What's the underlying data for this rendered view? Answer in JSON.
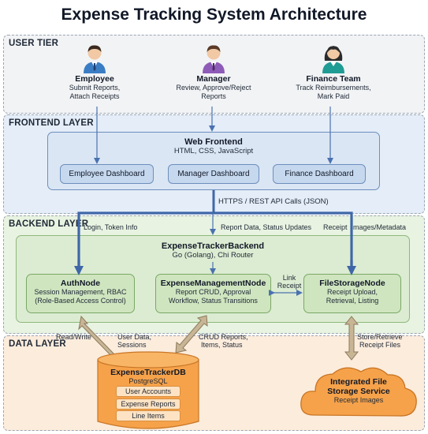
{
  "title": "Expense Tracking System Architecture",
  "tiers": {
    "user": "USER TIER",
    "frontend": "FRONTEND LAYER",
    "backend": "BACKEND LAYER",
    "data": "DATA LAYER"
  },
  "actors": [
    {
      "name": "Employee",
      "line1": "Submit Reports,",
      "line2": "Attach Receipts",
      "icon": "employee-icon"
    },
    {
      "name": "Manager",
      "line1": "Review, Approve/Reject",
      "line2": "Reports",
      "icon": "manager-icon"
    },
    {
      "name": "Finance Team",
      "line1": "Track Reimbursements,",
      "line2": "Mark Paid",
      "icon": "finance-team-icon"
    }
  ],
  "frontend": {
    "title": "Web Frontend",
    "tech": "HTML, CSS, JavaScript",
    "dashboards": [
      "Employee Dashboard",
      "Manager Dashboard",
      "Finance Dashboard"
    ]
  },
  "api_label": "HTTPS / REST API Calls (JSON)",
  "flow_labels": {
    "login": "Login, Token Info",
    "report": "Report Data, Status Updates",
    "receipt": "Receipt  Images/Metadata",
    "link1": "Link",
    "link2": "Receipt"
  },
  "backend": {
    "title": "ExpenseTrackerBackend",
    "tech": "Go (Golang), Chi Router",
    "nodes": [
      {
        "name": "AuthNode",
        "l1": "Session Management, RBAC",
        "l2": "(Role-Based Access Control)"
      },
      {
        "name": "ExpenseManagementNode",
        "l1": "Report CRUD, Approval",
        "l2": "Workflow, Status Transitions"
      },
      {
        "name": "FileStorageNode",
        "l1": "Receipt Upload,",
        "l2": "Retrieval, Listing"
      }
    ]
  },
  "data_labels": {
    "rw": "Read/Write",
    "userdata1": "User Data,",
    "userdata2": "Sessions",
    "crud1": "CRUD Reports,",
    "crud2": "Items, Status",
    "store1": "Store/Retrieve",
    "store2": "Receipt Files"
  },
  "database": {
    "name": "ExpenseTrackerDB",
    "engine": "PostgreSQL",
    "tables": [
      "User Accounts",
      "Expense Reports",
      "Line Items"
    ]
  },
  "file_storage": {
    "line1": "Integrated File",
    "line2": "Storage Service",
    "sub": "Receipt Images"
  },
  "colors": {
    "arrow_blue": "#4a72b0",
    "arrow_tan": "#b5a283",
    "db_orange": "#f6a24a",
    "user_tier": "#f2f3f5",
    "frontend_tier": "#e4edf8",
    "backend_tier": "#e8f3e1",
    "data_tier": "#fcecdc"
  }
}
